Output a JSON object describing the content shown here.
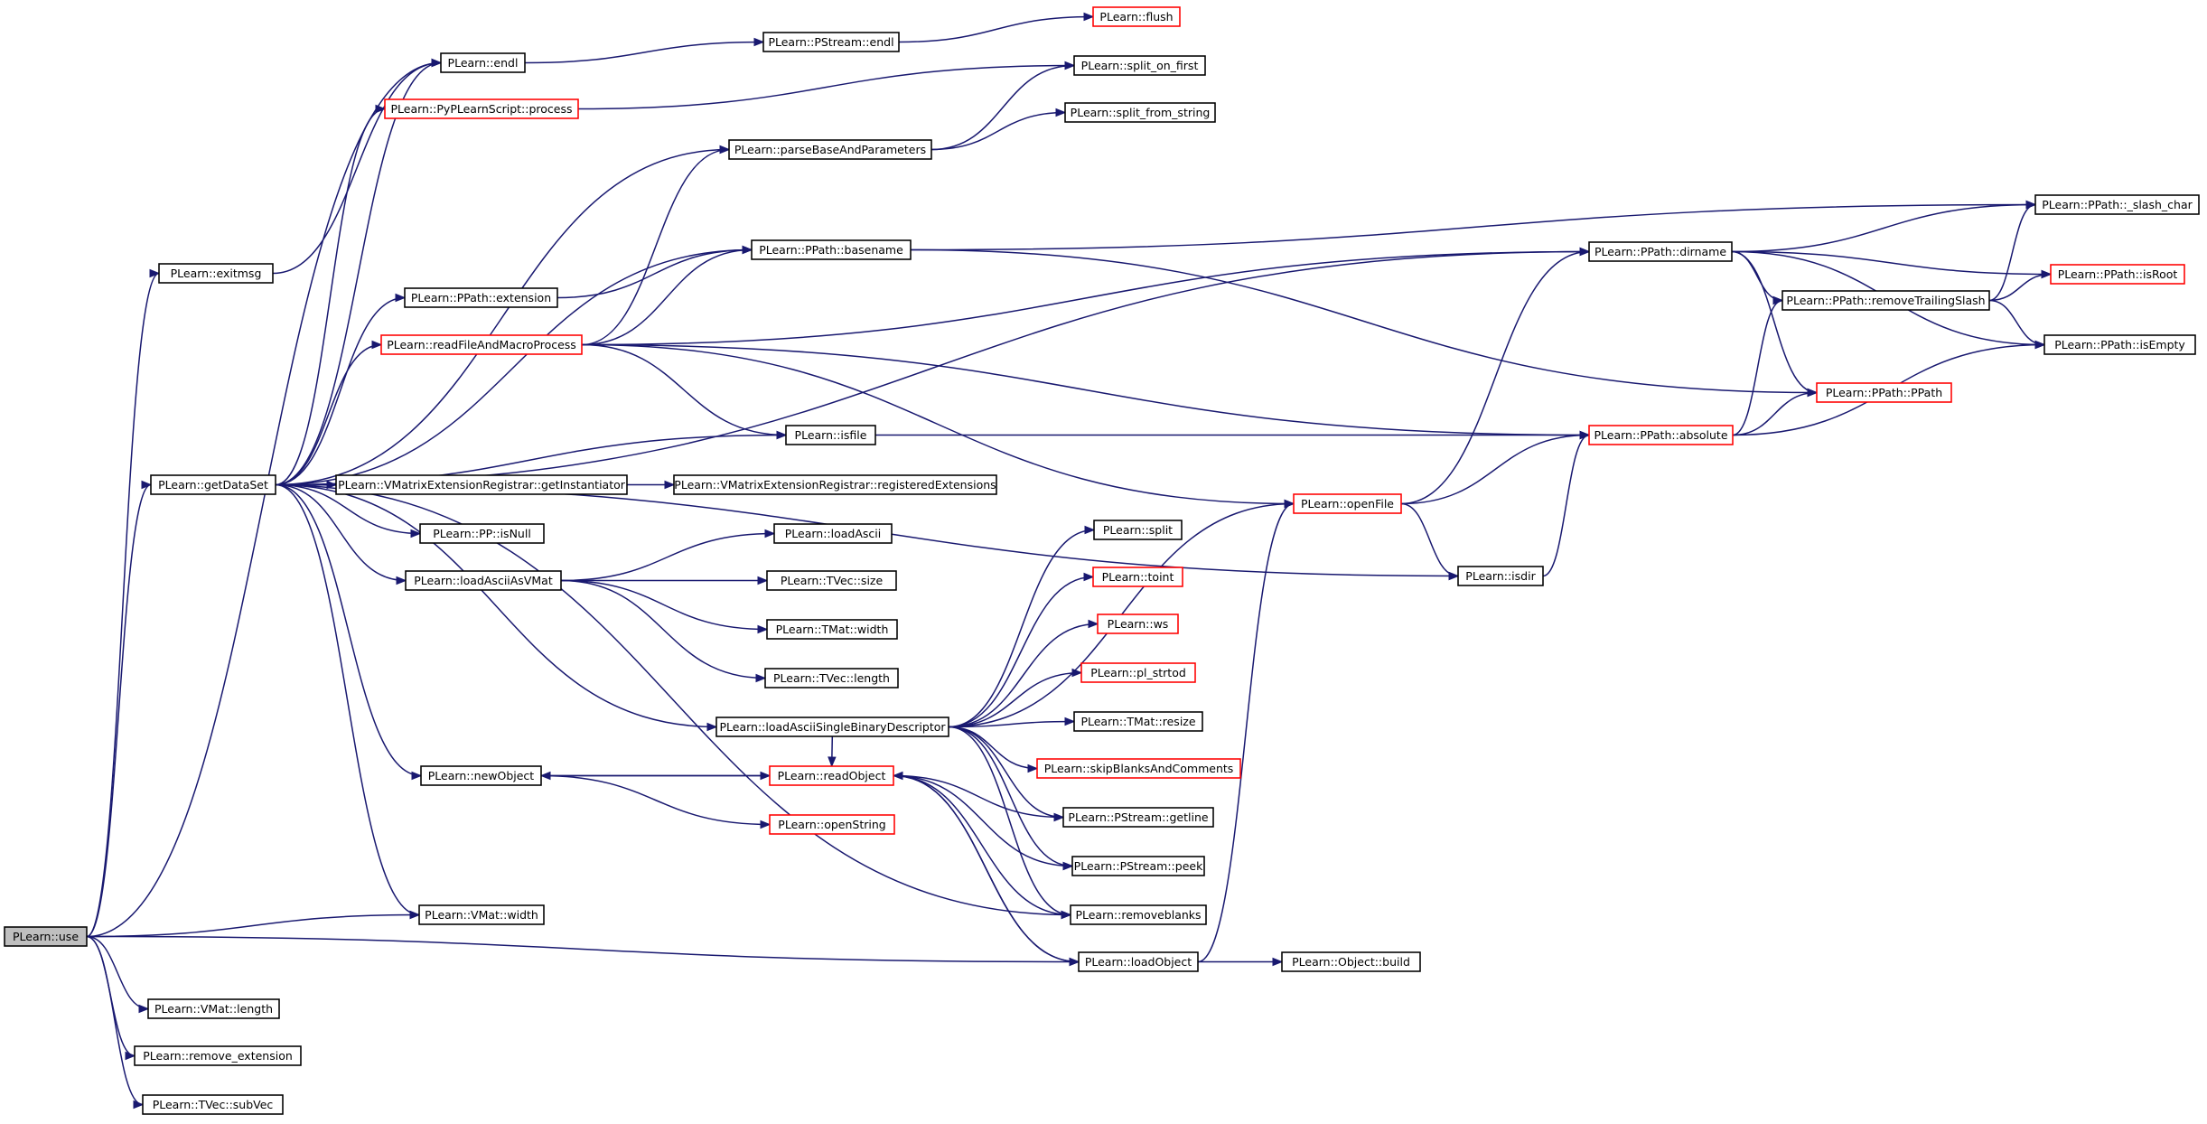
{
  "nodes": [
    {
      "id": "use",
      "label": "PLearn::use",
      "style": "root"
    },
    {
      "id": "exitmsg",
      "label": "PLearn::exitmsg",
      "style": "black"
    },
    {
      "id": "getDataSet",
      "label": "PLearn::getDataSet",
      "style": "black"
    },
    {
      "id": "endl",
      "label": "PLearn::endl",
      "style": "black"
    },
    {
      "id": "pstream_endl",
      "label": "PLearn::PStream::endl",
      "style": "black"
    },
    {
      "id": "flush",
      "label": "PLearn::flush",
      "style": "red"
    },
    {
      "id": "pyplearn",
      "label": "PLearn::PyPLearnScript::process",
      "style": "red"
    },
    {
      "id": "split_on_first",
      "label": "PLearn::split_on_first",
      "style": "black"
    },
    {
      "id": "parseBase",
      "label": "PLearn::parseBaseAndParameters",
      "style": "black"
    },
    {
      "id": "split_from_string",
      "label": "PLearn::split_from_string",
      "style": "black"
    },
    {
      "id": "basename",
      "label": "PLearn::PPath::basename",
      "style": "black"
    },
    {
      "id": "extension",
      "label": "PLearn::PPath::extension",
      "style": "black"
    },
    {
      "id": "readFileMacro",
      "label": "PLearn::readFileAndMacroProcess",
      "style": "red"
    },
    {
      "id": "isfile",
      "label": "PLearn::isfile",
      "style": "black"
    },
    {
      "id": "getInstantiator",
      "label": "PLearn::VMatrixExtensionRegistrar::getInstantiator",
      "style": "black"
    },
    {
      "id": "registeredExt",
      "label": "PLearn::VMatrixExtensionRegistrar::registeredExtensions",
      "style": "black"
    },
    {
      "id": "isNull",
      "label": "PLearn::PP::isNull",
      "style": "black"
    },
    {
      "id": "loadAsciiAsVMat",
      "label": "PLearn::loadAsciiAsVMat",
      "style": "black"
    },
    {
      "id": "loadAscii",
      "label": "PLearn::loadAscii",
      "style": "black"
    },
    {
      "id": "tvec_size",
      "label": "PLearn::TVec::size",
      "style": "black"
    },
    {
      "id": "tmat_width",
      "label": "PLearn::TMat::width",
      "style": "black"
    },
    {
      "id": "tvec_length",
      "label": "PLearn::TVec::length",
      "style": "black"
    },
    {
      "id": "loadAsciiSBD",
      "label": "PLearn::loadAsciiSingleBinaryDescriptor",
      "style": "black"
    },
    {
      "id": "newObject",
      "label": "PLearn::newObject",
      "style": "black"
    },
    {
      "id": "readObject",
      "label": "PLearn::readObject",
      "style": "red"
    },
    {
      "id": "openString",
      "label": "PLearn::openString",
      "style": "red"
    },
    {
      "id": "vmat_width",
      "label": "PLearn::VMat::width",
      "style": "black"
    },
    {
      "id": "vmat_length",
      "label": "PLearn::VMat::length",
      "style": "black"
    },
    {
      "id": "remove_extension",
      "label": "PLearn::remove_extension",
      "style": "black"
    },
    {
      "id": "subVec",
      "label": "PLearn::TVec::subVec",
      "style": "black"
    },
    {
      "id": "split",
      "label": "PLearn::split",
      "style": "black"
    },
    {
      "id": "toint",
      "label": "PLearn::toint",
      "style": "red"
    },
    {
      "id": "ws",
      "label": "PLearn::ws",
      "style": "red"
    },
    {
      "id": "pl_strtod",
      "label": "PLearn::pl_strtod",
      "style": "red"
    },
    {
      "id": "tmat_resize",
      "label": "PLearn::TMat::resize",
      "style": "black"
    },
    {
      "id": "skipBlanks",
      "label": "PLearn::skipBlanksAndComments",
      "style": "red"
    },
    {
      "id": "getline",
      "label": "PLearn::PStream::getline",
      "style": "black"
    },
    {
      "id": "peek",
      "label": "PLearn::PStream::peek",
      "style": "black"
    },
    {
      "id": "removeblanks",
      "label": "PLearn::removeblanks",
      "style": "black"
    },
    {
      "id": "loadObject",
      "label": "PLearn::loadObject",
      "style": "black"
    },
    {
      "id": "object_build",
      "label": "PLearn::Object::build",
      "style": "black"
    },
    {
      "id": "openFile",
      "label": "PLearn::openFile",
      "style": "red"
    },
    {
      "id": "isdir",
      "label": "PLearn::isdir",
      "style": "black"
    },
    {
      "id": "dirname",
      "label": "PLearn::PPath::dirname",
      "style": "black"
    },
    {
      "id": "slash_char",
      "label": "PLearn::PPath::_slash_char",
      "style": "black"
    },
    {
      "id": "isRoot",
      "label": "PLearn::PPath::isRoot",
      "style": "red"
    },
    {
      "id": "removeTrailingSlash",
      "label": "PLearn::PPath::removeTrailingSlash",
      "style": "black"
    },
    {
      "id": "isEmpty",
      "label": "PLearn::PPath::isEmpty",
      "style": "black"
    },
    {
      "id": "ppath_ppath",
      "label": "PLearn::PPath::PPath",
      "style": "red"
    },
    {
      "id": "absolute",
      "label": "PLearn::PPath::absolute",
      "style": "red"
    }
  ],
  "edges": [
    [
      "use",
      "exitmsg"
    ],
    [
      "use",
      "getDataSet"
    ],
    [
      "use",
      "endl"
    ],
    [
      "use",
      "vmat_width"
    ],
    [
      "use",
      "loadObject"
    ],
    [
      "use",
      "vmat_length"
    ],
    [
      "use",
      "remove_extension"
    ],
    [
      "use",
      "subVec"
    ],
    [
      "exitmsg",
      "endl"
    ],
    [
      "getDataSet",
      "endl"
    ],
    [
      "getDataSet",
      "pyplearn"
    ],
    [
      "getDataSet",
      "parseBase"
    ],
    [
      "getDataSet",
      "basename"
    ],
    [
      "getDataSet",
      "dirname"
    ],
    [
      "getDataSet",
      "extension"
    ],
    [
      "getDataSet",
      "readFileMacro"
    ],
    [
      "getDataSet",
      "isfile"
    ],
    [
      "getDataSet",
      "getInstantiator"
    ],
    [
      "getDataSet",
      "isNull"
    ],
    [
      "getDataSet",
      "loadAsciiAsVMat"
    ],
    [
      "getDataSet",
      "loadAsciiSBD"
    ],
    [
      "getDataSet",
      "newObject"
    ],
    [
      "getDataSet",
      "vmat_width"
    ],
    [
      "getDataSet",
      "removeblanks"
    ],
    [
      "getDataSet",
      "isdir"
    ],
    [
      "endl",
      "pstream_endl"
    ],
    [
      "pstream_endl",
      "flush"
    ],
    [
      "pyplearn",
      "split_on_first"
    ],
    [
      "parseBase",
      "split_on_first"
    ],
    [
      "parseBase",
      "split_from_string"
    ],
    [
      "basename",
      "slash_char"
    ],
    [
      "basename",
      "ppath_ppath"
    ],
    [
      "extension",
      "basename"
    ],
    [
      "readFileMacro",
      "parseBase"
    ],
    [
      "readFileMacro",
      "basename"
    ],
    [
      "readFileMacro",
      "dirname"
    ],
    [
      "readFileMacro",
      "isfile"
    ],
    [
      "readFileMacro",
      "absolute"
    ],
    [
      "readFileMacro",
      "openFile"
    ],
    [
      "isfile",
      "absolute"
    ],
    [
      "getInstantiator",
      "registeredExt"
    ],
    [
      "loadAsciiAsVMat",
      "loadAscii"
    ],
    [
      "loadAsciiAsVMat",
      "tvec_size"
    ],
    [
      "loadAsciiAsVMat",
      "tmat_width"
    ],
    [
      "loadAsciiAsVMat",
      "tvec_length"
    ],
    [
      "loadAsciiSBD",
      "split"
    ],
    [
      "loadAsciiSBD",
      "toint"
    ],
    [
      "loadAsciiSBD",
      "ws"
    ],
    [
      "loadAsciiSBD",
      "pl_strtod"
    ],
    [
      "loadAsciiSBD",
      "tmat_resize"
    ],
    [
      "loadAsciiSBD",
      "skipBlanks"
    ],
    [
      "loadAsciiSBD",
      "getline"
    ],
    [
      "loadAsciiSBD",
      "peek"
    ],
    [
      "loadAsciiSBD",
      "removeblanks"
    ],
    [
      "loadAsciiSBD",
      "openFile"
    ],
    [
      "loadAsciiSBD",
      "readObject"
    ],
    [
      "newObject",
      "readObject"
    ],
    [
      "newObject",
      "openString"
    ],
    [
      "readObject",
      "newObject"
    ],
    [
      "readObject",
      "getline"
    ],
    [
      "readObject",
      "peek"
    ],
    [
      "readObject",
      "removeblanks"
    ],
    [
      "readObject",
      "loadObject"
    ],
    [
      "loadObject",
      "readObject"
    ],
    [
      "loadObject",
      "object_build"
    ],
    [
      "loadObject",
      "openFile"
    ],
    [
      "openFile",
      "absolute"
    ],
    [
      "openFile",
      "isdir"
    ],
    [
      "openFile",
      "dirname"
    ],
    [
      "isdir",
      "absolute"
    ],
    [
      "absolute",
      "ppath_ppath"
    ],
    [
      "absolute",
      "isEmpty"
    ],
    [
      "absolute",
      "removeTrailingSlash"
    ],
    [
      "dirname",
      "slash_char"
    ],
    [
      "dirname",
      "isRoot"
    ],
    [
      "dirname",
      "removeTrailingSlash"
    ],
    [
      "dirname",
      "ppath_ppath"
    ],
    [
      "dirname",
      "isEmpty"
    ],
    [
      "removeTrailingSlash",
      "slash_char"
    ],
    [
      "removeTrailingSlash",
      "isRoot"
    ],
    [
      "removeTrailingSlash",
      "isEmpty"
    ]
  ]
}
